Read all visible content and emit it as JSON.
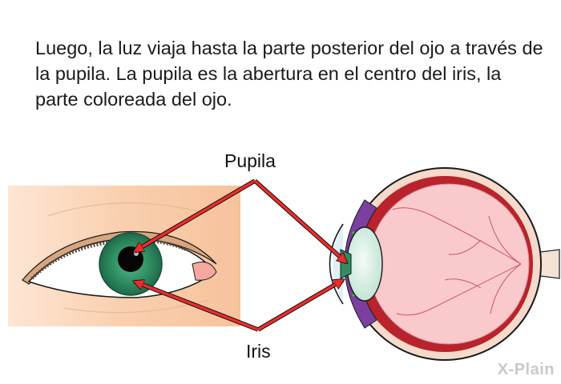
{
  "intro_text": "Luego, la luz viaja hasta la parte posterior del ojo a través de la pupila. La pupila es la abertura en el centro del iris, la parte coloreada del ojo.",
  "labels": {
    "pupil": "Pupila",
    "iris": "Iris"
  },
  "brand": "X-Plain",
  "colors": {
    "arrow": "#ef2b2b",
    "iris": "#2f8f62",
    "skin": "#f8c9a4",
    "eyeball": "#f9c9cc"
  }
}
